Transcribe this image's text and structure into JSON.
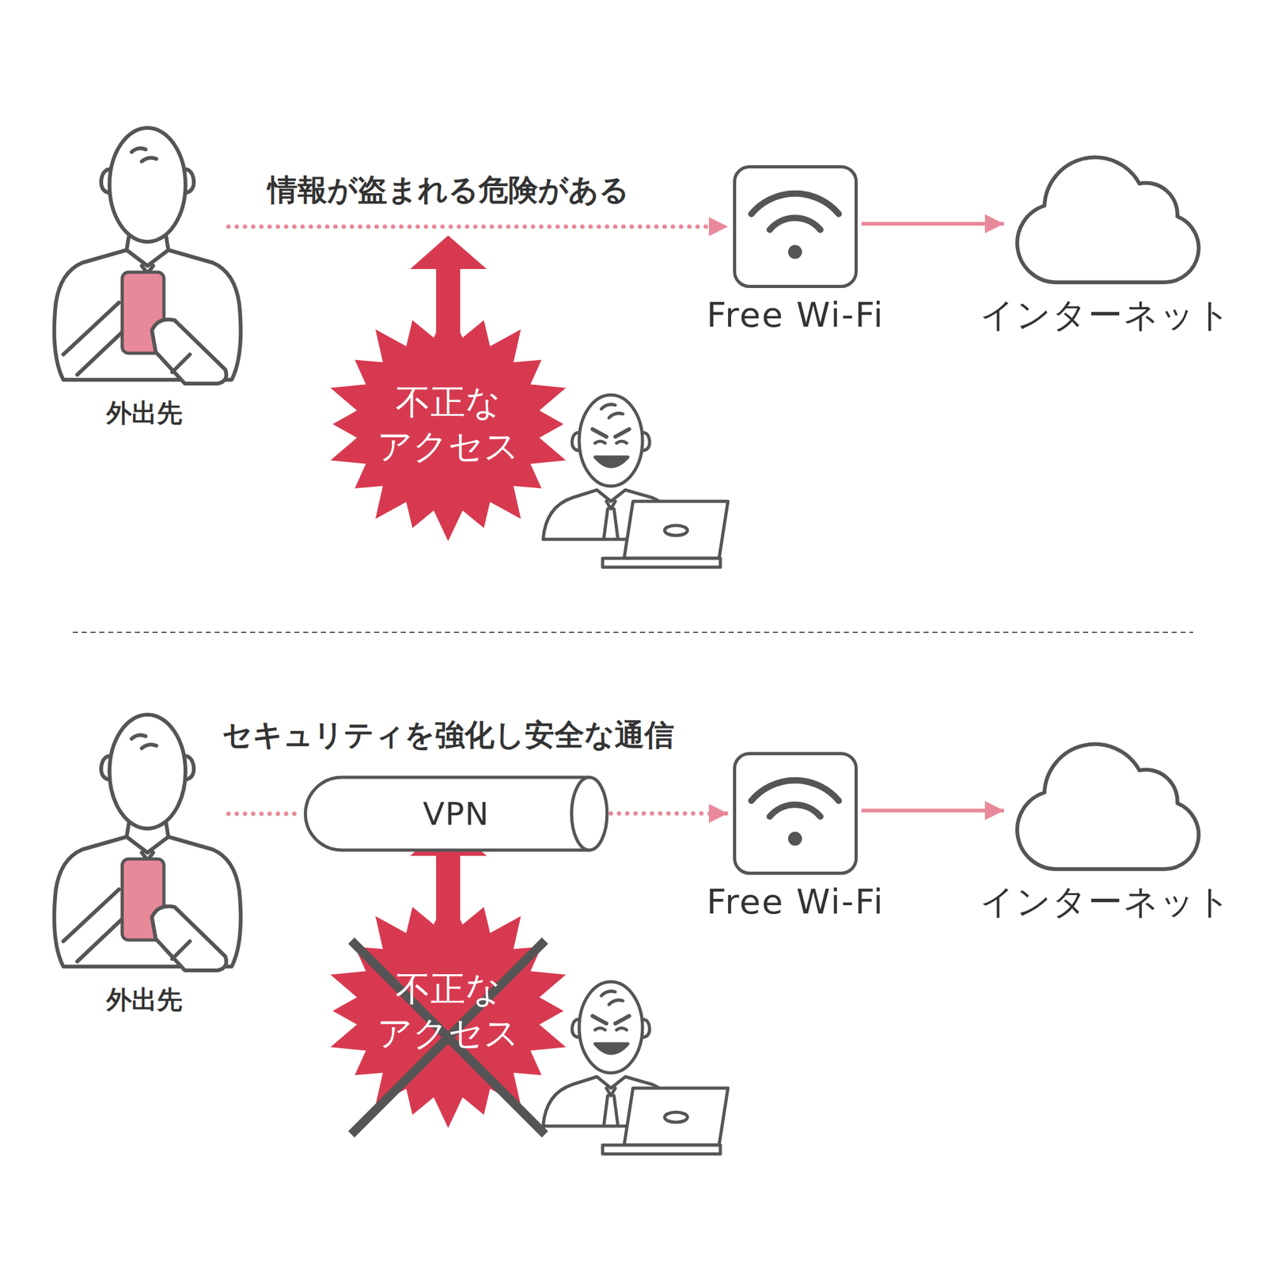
{
  "diagram": {
    "nodes": [
      {
        "text": [
          "外出先"
        ]
      },
      {
        "text": [
          "Free Wi-Fi"
        ]
      },
      {
        "text": [
          "インターネット"
        ]
      },
      {
        "text": [
          "不正な アクセス"
        ]
      },
      {
        "text": [
          "外出先"
        ]
      },
      {
        "text": [
          "VPN"
        ]
      },
      {
        "text": [
          "Free Wi-Fi"
        ]
      },
      {
        "text": [
          "インターネット"
        ]
      },
      {
        "text": [
          "不正な アクセス"
        ]
      }
    ],
    "edges": [
      {
        "from": 0,
        "to": 1,
        "arrow": "to",
        "label": "情報が盗まれる危険がある"
      },
      {
        "from": 1,
        "to": 2,
        "arrow": "to"
      },
      {
        "from": 4,
        "to": 5,
        "arrow": "none"
      },
      {
        "from": 5,
        "to": 6,
        "arrow": "to"
      },
      {
        "from": 6,
        "to": 7,
        "arrow": "to"
      }
    ],
    "labels": [
      "セキュリティを強化し安全な通信"
    ]
  }
}
